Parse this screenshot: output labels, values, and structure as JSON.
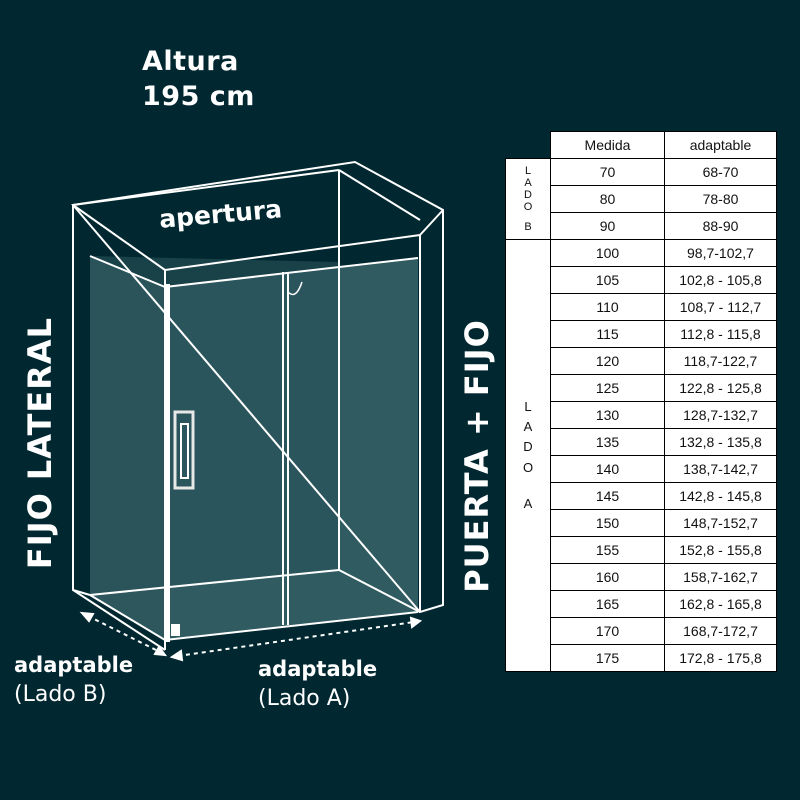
{
  "height": {
    "line1": "Altura",
    "line2": "195 cm"
  },
  "opening_label": "apertura",
  "fixed_side_label": "FIJO LATERAL",
  "door_fixed_label": "PUERTA + FIJO",
  "side_b": {
    "line1": "adaptable",
    "line2": "(Lado B)"
  },
  "side_a": {
    "line1": "adaptable",
    "line2": "(Lado A)"
  },
  "table": {
    "headers": [
      "Medida",
      "adaptable"
    ],
    "group_b_letters": [
      "L",
      "A",
      "D",
      "O",
      "B"
    ],
    "group_a_letters": [
      "L",
      "A",
      "D",
      "O",
      "A"
    ],
    "rows_b": [
      {
        "medida": "70",
        "adaptable": "68-70"
      },
      {
        "medida": "80",
        "adaptable": "78-80"
      },
      {
        "medida": "90",
        "adaptable": "88-90"
      }
    ],
    "rows_a": [
      {
        "medida": "100",
        "adaptable": "98,7-102,7"
      },
      {
        "medida": "105",
        "adaptable": "102,8 - 105,8"
      },
      {
        "medida": "110",
        "adaptable": "108,7 - 112,7"
      },
      {
        "medida": "115",
        "adaptable": "112,8 - 115,8"
      },
      {
        "medida": "120",
        "adaptable": "118,7-122,7"
      },
      {
        "medida": "125",
        "adaptable": "122,8 - 125,8"
      },
      {
        "medida": "130",
        "adaptable": "128,7-132,7"
      },
      {
        "medida": "135",
        "adaptable": "132,8 - 135,8"
      },
      {
        "medida": "140",
        "adaptable": "138,7-142,7"
      },
      {
        "medida": "145",
        "adaptable": "142,8 - 145,8"
      },
      {
        "medida": "150",
        "adaptable": "148,7-152,7"
      },
      {
        "medida": "155",
        "adaptable": "152,8 - 155,8"
      },
      {
        "medida": "160",
        "adaptable": "158,7-162,7"
      },
      {
        "medida": "165",
        "adaptable": "162,8 - 165,8"
      },
      {
        "medida": "170",
        "adaptable": "168,7-172,7"
      },
      {
        "medida": "175",
        "adaptable": "172,8 - 175,8"
      }
    ]
  },
  "colors": {
    "background": "#012830",
    "glass": "#2f5a60",
    "frame": "#ffffff"
  }
}
